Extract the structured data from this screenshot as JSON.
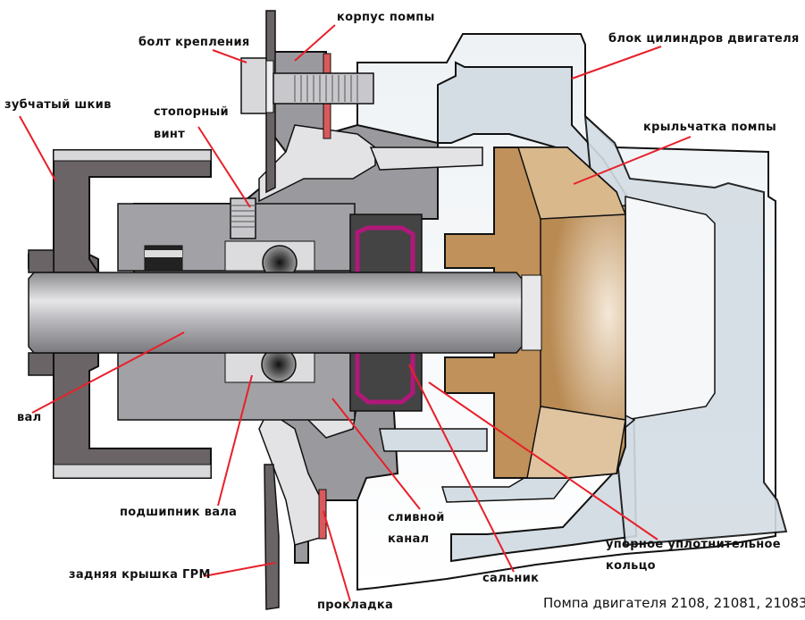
{
  "diagram": {
    "title": "Помпа двигателя 2108, 21081, 21083",
    "colors": {
      "leader": "#e8202a",
      "housing": "#9a9a9e",
      "block": "#d4dde4",
      "pulley": "#6a6466",
      "impeller": "#c0915a",
      "seal": "#b0187a",
      "gasket": "#d9595c"
    },
    "labels": {
      "housing": "корпус помпы",
      "bolt": "болт крепления",
      "block": "блок цилиндров двигателя",
      "pulley": "зубчатый шкив",
      "setscrew_1": "стопорный",
      "setscrew_2": "винт",
      "impeller": "крыльчатка помпы",
      "shaft": "вал",
      "bearing": "подшипник вала",
      "drain_1": "сливной",
      "drain_2": "канал",
      "timing_cover": "задняя крышка ГРМ",
      "oring_1": "упорное уплотнительное",
      "oring_2": "кольцо",
      "oil_seal": "сальник",
      "gasket": "прокладка"
    }
  }
}
